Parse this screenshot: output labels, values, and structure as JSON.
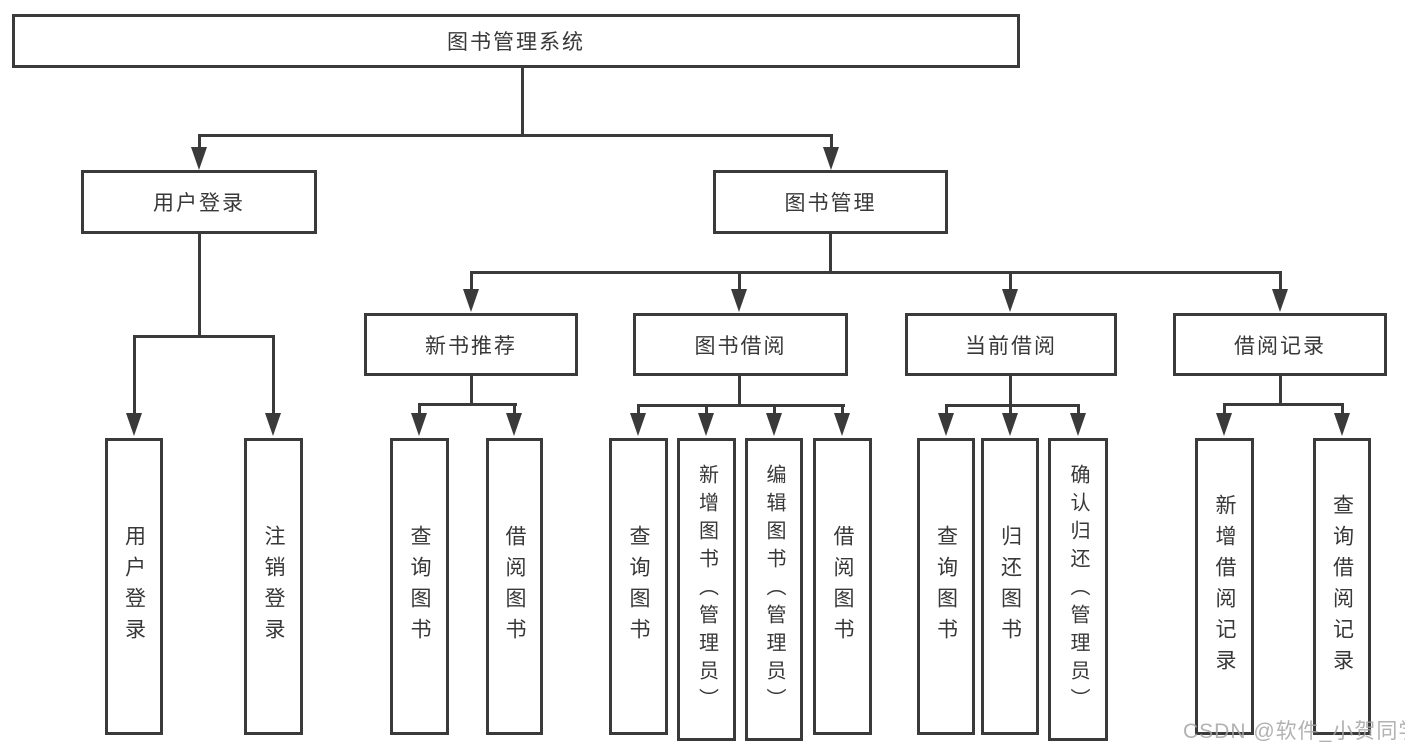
{
  "diagram": {
    "type": "hierarchy-diagram",
    "root": {
      "label": "图书管理系统"
    },
    "level2": [
      {
        "label": "用户登录"
      },
      {
        "label": "图书管理"
      }
    ],
    "level3": [
      {
        "label": "新书推荐"
      },
      {
        "label": "图书借阅"
      },
      {
        "label": "当前借阅"
      },
      {
        "label": "借阅记录"
      }
    ],
    "leaves": {
      "login": [
        {
          "label": "用户登录"
        },
        {
          "label": "注销登录"
        }
      ],
      "recommend": [
        {
          "label": "查询图书"
        },
        {
          "label": "借阅图书"
        }
      ],
      "borrow": [
        {
          "label": "查询图书"
        },
        {
          "label": "新增图书（管理员）"
        },
        {
          "label": "编辑图书（管理员）"
        },
        {
          "label": "借阅图书"
        }
      ],
      "current": [
        {
          "label": "查询图书"
        },
        {
          "label": "归还图书"
        },
        {
          "label": "确认归还（管理员）"
        }
      ],
      "records": [
        {
          "label": "新增借阅记录"
        },
        {
          "label": "查询借阅记录"
        }
      ]
    },
    "watermark": "CSDN @软件_小贺同学",
    "colors": {
      "line": "#3a3a3a",
      "text": "#383838",
      "watermark": "#a5a5a5",
      "background": "#ffffff"
    }
  }
}
